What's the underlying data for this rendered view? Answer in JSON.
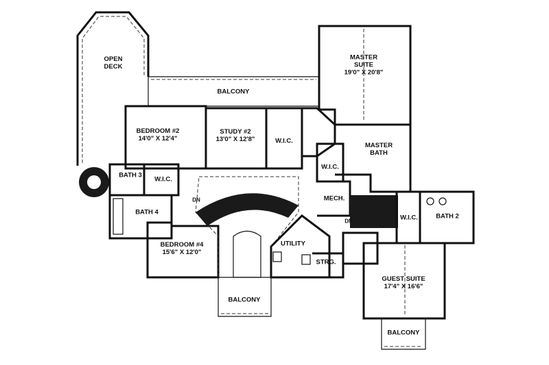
{
  "rooms": {
    "open_deck": {
      "name": "OPEN\nDECK"
    },
    "balcony_top": {
      "name": "BALCONY"
    },
    "master_suite": {
      "name": "MASTER\nSUITE",
      "dim": "19'0\" X 20'8\""
    },
    "bedroom2": {
      "name": "BEDROOM #2",
      "dim": "14'0\" X 12'4\""
    },
    "study2": {
      "name": "STUDY #2",
      "dim": "13'0\" X 12'8\""
    },
    "wic_study": {
      "name": "W.I.C."
    },
    "master_bath": {
      "name": "MASTER\nBATH"
    },
    "wic_master": {
      "name": "W.I.C."
    },
    "bath3": {
      "name": "BATH 3"
    },
    "wic_bath3": {
      "name": "W.I.C."
    },
    "bath4": {
      "name": "BATH 4"
    },
    "bedroom4": {
      "name": "BEDROOM #4",
      "dim": "15'6\" X 12'0\""
    },
    "utility": {
      "name": "UTILITY"
    },
    "strg": {
      "name": "STRG."
    },
    "mech": {
      "name": "MECH."
    },
    "wic_guest": {
      "name": "W.I.C."
    },
    "bath2": {
      "name": "BATH 2"
    },
    "guest_suite": {
      "name": "GUEST SUITE",
      "dim": "17'4\" X 16'6\""
    },
    "balcony_bottom": {
      "name": "BALCONY"
    },
    "balcony_guest": {
      "name": "BALCONY"
    }
  },
  "markers": {
    "dn_left": "DN",
    "dn_right": "DN"
  }
}
